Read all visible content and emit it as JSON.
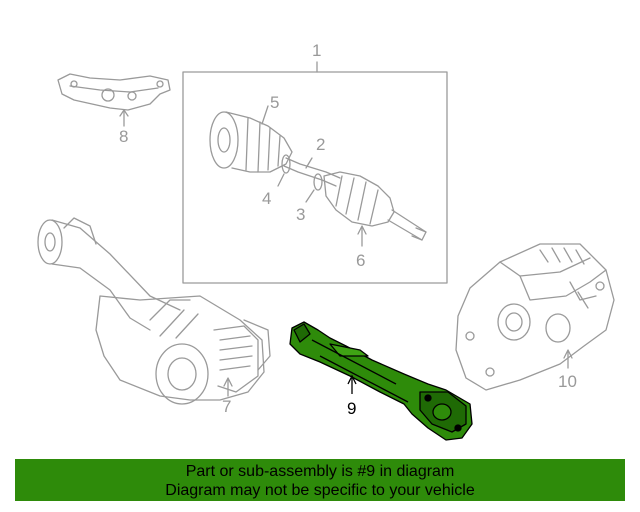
{
  "callouts": {
    "c1": "1",
    "c2": "2",
    "c3": "3",
    "c4": "4",
    "c5": "5",
    "c6": "6",
    "c7": "7",
    "c8": "8",
    "c9": "9",
    "c10": "10"
  },
  "highlight_color": "#2e8b0a",
  "part_gray": "#9a9a9a",
  "banner": {
    "line1": "Part or sub-assembly is #9 in diagram",
    "line2": "Diagram may not be specific to your vehicle"
  }
}
